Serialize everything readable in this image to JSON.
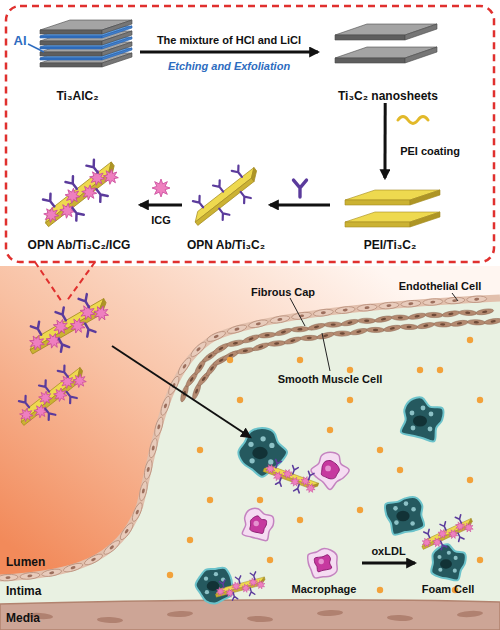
{
  "diagram": {
    "nodes": [
      {
        "text": [
          "Ti₃AlC₂"
        ]
      },
      {
        "text": [
          "Ti₃C₂ nanosheets"
        ]
      },
      {
        "text": [
          "OPN Ab/Ti₃C₂/ICG"
        ]
      },
      {
        "text": [
          "OPN Ab/Ti₃C₂"
        ]
      },
      {
        "text": [
          "PEI/Ti₃C₂"
        ]
      },
      {
        "text": [
          "Macrophage"
        ]
      },
      {
        "text": [
          "Foam Cell"
        ]
      }
    ],
    "edges": [
      {
        "from": 0,
        "to": 1,
        "label": "The mixture of HCl and LiCl",
        "arrow": "to"
      },
      {
        "from": 1,
        "to": 4,
        "label": "PEI coating",
        "arrow": "to"
      },
      {
        "from": 4,
        "to": 3,
        "arrow": "to"
      },
      {
        "from": 3,
        "to": 2,
        "label": "ICG",
        "arrow": "to"
      },
      {
        "from": 5,
        "to": 6,
        "label": "oxLDL",
        "arrow": "to"
      }
    ],
    "labels": [
      "Al",
      "Etching and Exfoliation",
      "Fibrous Cap",
      "Endothelial Cell",
      "Smooth Muscle Cell",
      "Lumen",
      "Intima",
      "Media"
    ]
  }
}
